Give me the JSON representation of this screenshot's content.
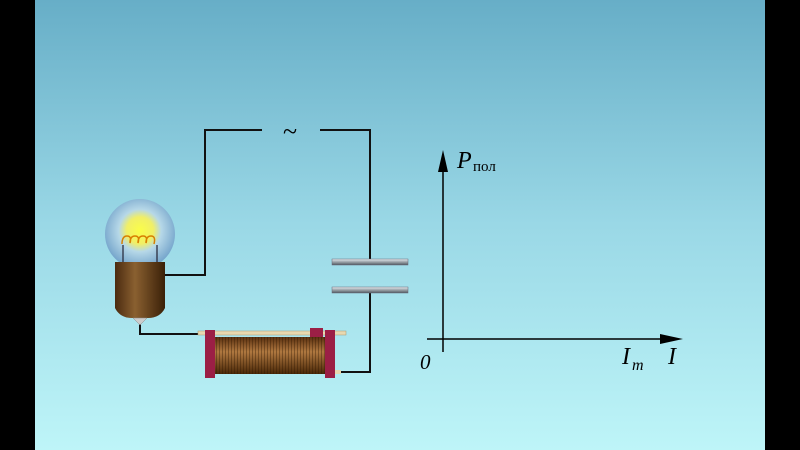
{
  "diagram": {
    "source_symbol": "~",
    "graph": {
      "origin_label": "0",
      "y_axis_label": "P",
      "y_axis_subscript": "пол",
      "x_axis_label": "I",
      "x_tick_label": "I",
      "x_tick_subscript": "m"
    }
  },
  "colors": {
    "bg_top": "#67aec7",
    "bg_bottom": "#bef5f8",
    "wire": "#111111",
    "coil": "#8a5a2a",
    "cap": "#9b1f45"
  }
}
